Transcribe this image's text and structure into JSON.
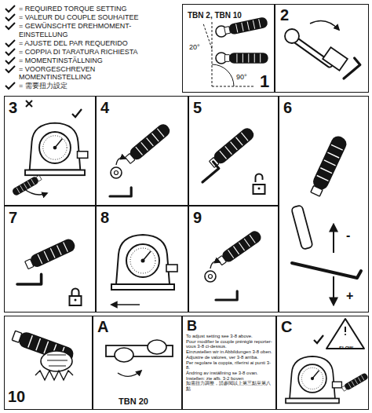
{
  "diagram": {
    "nodes": [
      {
        "text": [
          "TBN 2, TBN 10",
          "20°",
          "90°",
          "1"
        ]
      },
      {
        "text": [
          "2"
        ]
      },
      {
        "text": [
          "3"
        ]
      },
      {
        "text": [
          "4"
        ]
      },
      {
        "text": [
          "5"
        ]
      },
      {
        "text": [
          "6",
          "-",
          "+"
        ]
      },
      {
        "text": [
          "7"
        ]
      },
      {
        "text": [
          "8"
        ]
      },
      {
        "text": [
          "9"
        ]
      },
      {
        "text": [
          "10"
        ]
      },
      {
        "text": [
          "A",
          "TBN 20"
        ]
      },
      {
        "text": [
          "B",
          "To adjust setting see 3-8 above.",
          "Pour modifier le couple préréglé reporter-vous 3-8 ci-dessus.",
          "Einzustellen wir in Abbildungen 3-8 oben.",
          "Adjustre de valores, ver 3-8 arriba.",
          "Per regolare la coppia, riferirsi ai punti 3-8.",
          "Ändring av inställning se 3-8 ovan.",
          "Instellen: zie afb. 3-2 boven",
          "如需扭力調整，請參閱以上第三點至第八點"
        ]
      },
      {
        "text": [
          "C",
          "SLOW"
        ]
      }
    ],
    "legend": [
      {
        "text": "= REQUIRED TORQUE SETTING"
      },
      {
        "text": "= VALEUR DU COUPLE SOUHAITEE"
      },
      {
        "text": "= GEWÜNSCHTE DREHMOMENT-EINSTELLUNG"
      },
      {
        "text": "= AJUSTE DEL PAR REQUERIDO"
      },
      {
        "text": "= COPPIA DI TARATURA RICHIESTA"
      },
      {
        "text": "= MOMENTINSTÄLLNING"
      },
      {
        "text": "= VOORGESCHREVEN MOMENTINSTELLING"
      },
      {
        "text": "= 需要扭力設定"
      }
    ]
  }
}
